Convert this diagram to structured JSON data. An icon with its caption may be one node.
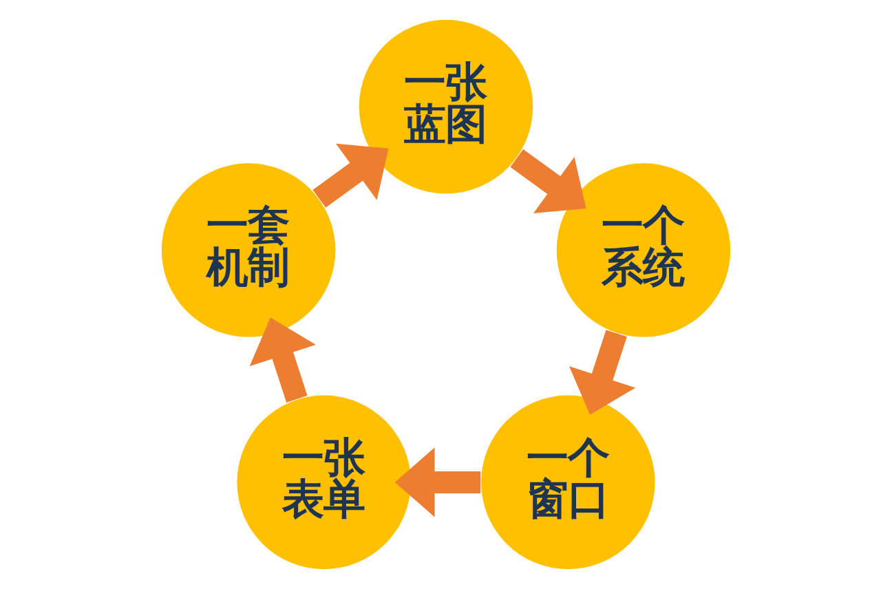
{
  "diagram": {
    "nodes": [
      {
        "text": [
          "一张蓝图"
        ]
      },
      {
        "text": [
          "一个系统"
        ]
      },
      {
        "text": [
          "一个窗口"
        ]
      },
      {
        "text": [
          "一张表单"
        ]
      },
      {
        "text": [
          "一套机制"
        ]
      }
    ],
    "edges": [
      {
        "from": 0,
        "to": 1,
        "arrow": "to"
      },
      {
        "from": 1,
        "to": 2,
        "arrow": "to"
      },
      {
        "from": 2,
        "to": 3,
        "arrow": "to"
      },
      {
        "from": 3,
        "to": 4,
        "arrow": "to"
      },
      {
        "from": 4,
        "to": 0,
        "arrow": "to"
      }
    ]
  }
}
